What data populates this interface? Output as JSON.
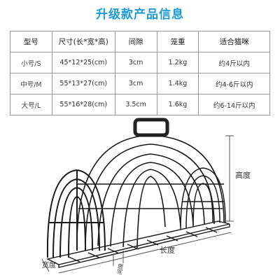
{
  "title": "升级款产品信息",
  "table": {
    "headers": [
      "型号",
      "尺寸(长*宽*高)",
      "间隙",
      "笼重",
      "适合猫咪"
    ],
    "rows": [
      [
        "小号/S",
        "45*12*25(cm)",
        "3cm",
        "1.2kg",
        "约4斤以内"
      ],
      [
        "中号/M",
        "55*13*27(cm)",
        "3cm",
        "1.4kg",
        "约4-6斤以内"
      ],
      [
        "大号/L",
        "55*16*28(cm)",
        "3.5cm",
        "1.6kg",
        "约6-14斤以内"
      ]
    ]
  },
  "dimensions": {
    "height_label": "高度",
    "length_label": "长度",
    "width_label": "宽度",
    "gap_label": "间隙"
  }
}
